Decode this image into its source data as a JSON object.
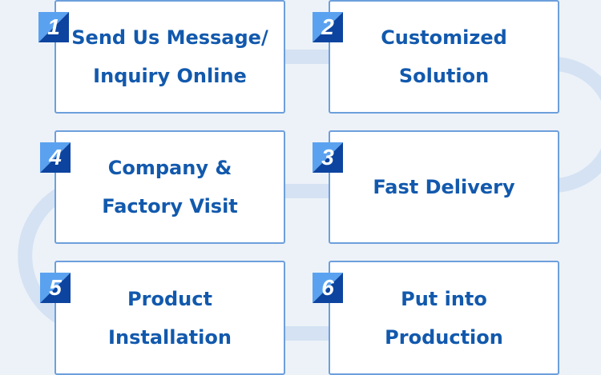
{
  "steps": [
    {
      "number": "1",
      "lines": [
        "Send Us Message/",
        "Inquiry Online"
      ]
    },
    {
      "number": "2",
      "lines": [
        "Customized",
        "Solution"
      ]
    },
    {
      "number": "3",
      "lines": [
        "Fast Delivery"
      ]
    },
    {
      "number": "4",
      "lines": [
        "Company &",
        "Factory Visit"
      ]
    },
    {
      "number": "5",
      "lines": [
        "Product",
        "Installation"
      ]
    },
    {
      "number": "6",
      "lines": [
        "Put into",
        "Production"
      ]
    }
  ],
  "colors": {
    "background": "#edf2f8",
    "path": "#d4e2f3",
    "card_border": "#6d9fdc",
    "text": "#1259ad",
    "badge_light": "#5aa2f0",
    "badge_dark": "#0c44a0"
  }
}
